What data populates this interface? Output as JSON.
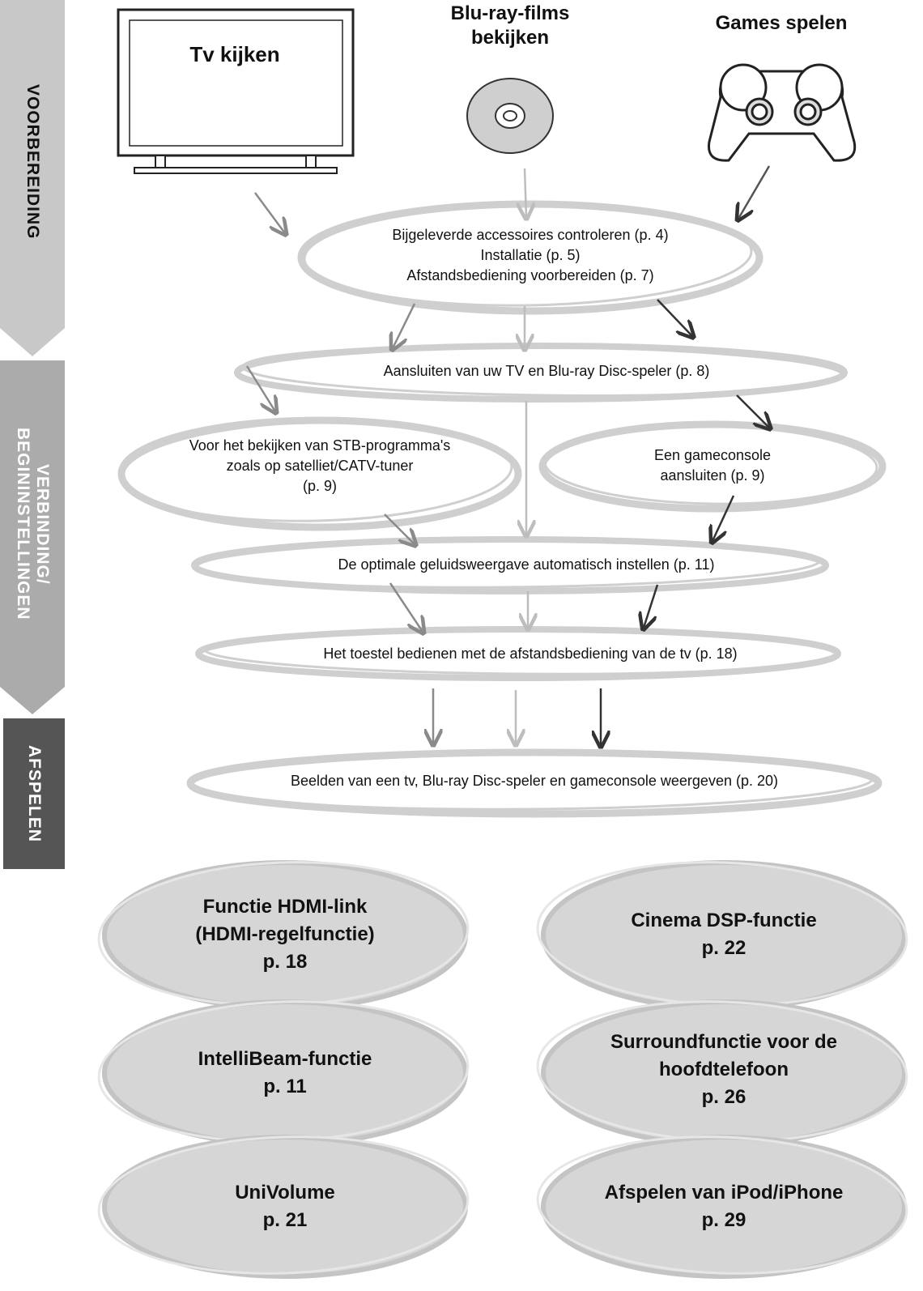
{
  "sections": [
    {
      "label": "VOORBEREIDING",
      "fill": "#c8c8c8",
      "color": "#111111"
    },
    {
      "label": "VERBINDING/\nBEGININSTELLINGEN",
      "fill": "#ababab",
      "color": "#ffffff"
    },
    {
      "label": "AFSPELEN",
      "fill": "#555555",
      "color": "#ffffff"
    }
  ],
  "sources": {
    "tv": {
      "label": "Tv kijken",
      "icon": "tv-icon"
    },
    "bluray": {
      "label": "Blu-ray-films\nbekijken",
      "icon": "disc-icon"
    },
    "games": {
      "label": "Games spelen",
      "icon": "gamepad-icon"
    }
  },
  "steps": [
    {
      "text": "Bijgeleverde accessoires controleren (p. 4)\nInstallatie (p. 5)\nAfstandsbediening voorbereiden (p. 7)"
    },
    {
      "text": "Aansluiten van uw TV en Blu-ray Disc-speler (p. 8)"
    },
    {
      "text": "Voor het bekijken van STB-programma's\nzoals op satelliet/CATV-tuner\n(p. 9)"
    },
    {
      "text": "Een gameconsole\naansluiten (p. 9)"
    },
    {
      "text": "De optimale geluidsweergave automatisch instellen (p. 11)"
    },
    {
      "text": "Het toestel bedienen met de afstandsbediening van de tv (p. 18)"
    },
    {
      "text": "Beelden van een tv, Blu-ray Disc-speler en gameconsole weergeven (p. 20)"
    }
  ],
  "features": [
    {
      "title": "Functie HDMI-link\n(HDMI-regelfunctie)\np. 18"
    },
    {
      "title": "Cinema DSP-functie\np. 22"
    },
    {
      "title": "IntelliBeam-functie\np. 11"
    },
    {
      "title": "Surroundfunctie voor de\nhoofdtelefoon\np. 26"
    },
    {
      "title": "UniVolume\np. 21"
    },
    {
      "title": "Afspelen van iPod/iPhone\np. 29"
    }
  ],
  "colors": {
    "ring": "#cfcfcf",
    "feature_fill": "#d6d6d6",
    "arrow_light": "#bdbdbd",
    "arrow_mid": "#8a8a8a",
    "arrow_dark": "#333333"
  }
}
